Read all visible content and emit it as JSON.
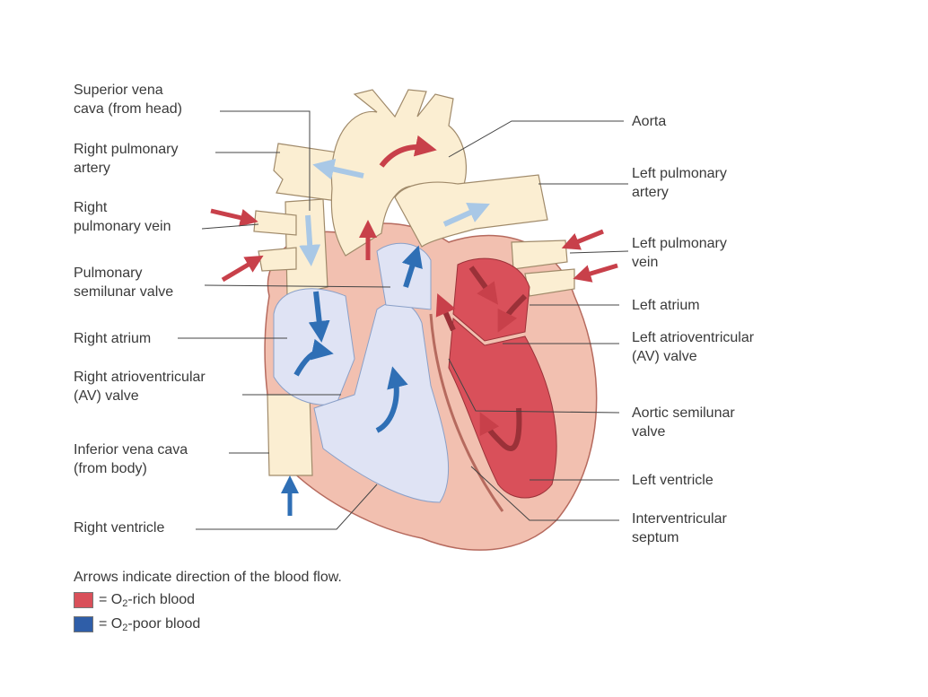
{
  "labels": {
    "superior_vena_cava": "Superior vena\ncava (from head)",
    "right_pulmonary_artery": "Right pulmonary\nartery",
    "right_pulmonary_vein": "Right\npulmonary vein",
    "pulmonary_semilunar_valve": "Pulmonary\nsemilunar valve",
    "right_atrium": "Right atrium",
    "right_av_valve": "Right atrioventricular\n(AV) valve",
    "inferior_vena_cava": "Inferior vena cava\n(from body)",
    "right_ventricle": "Right ventricle",
    "aorta": "Aorta",
    "left_pulmonary_artery": "Left pulmonary\nartery",
    "left_pulmonary_vein": "Left pulmonary\nvein",
    "left_atrium": "Left atrium",
    "left_av_valve": "Left atrioventricular\n(AV) valve",
    "aortic_semilunar_valve": "Aortic semilunar\nvalve",
    "left_ventricle": "Left ventricle",
    "interventricular_septum": "Interventricular\nseptum"
  },
  "legend": {
    "caption": "Arrows indicate direction of the blood flow.",
    "rich_prefix": "= O",
    "rich_sub": "2",
    "rich_suffix": "-rich blood",
    "poor_prefix": "= O",
    "poor_sub": "2",
    "poor_suffix": "-poor blood",
    "rich_color": "#d9505a",
    "poor_color": "#2f5ea8"
  },
  "colors": {
    "tissue": "#f2c0b0",
    "vessel": "#fbeed2",
    "oxygen_rich": "#d9505a",
    "oxygen_poor": "#dfe3f4",
    "arrow_blue": "#2f6fb5",
    "arrow_red": "#c8404a"
  }
}
